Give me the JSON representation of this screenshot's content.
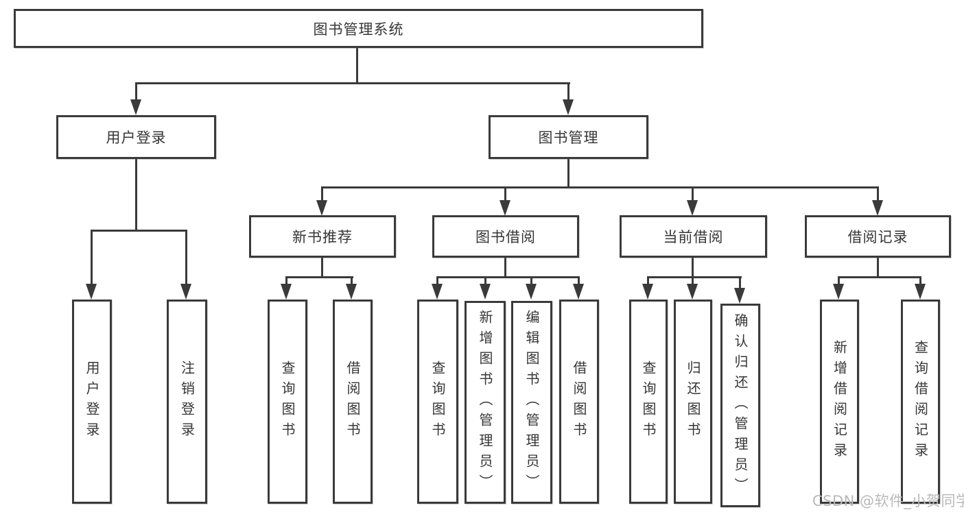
{
  "diagram": {
    "title": "图书管理系统",
    "root": {
      "label": "图书管理系统"
    },
    "level2": [
      {
        "label": "用户登录"
      },
      {
        "label": "图书管理"
      }
    ],
    "level3": [
      {
        "label": "新书推荐"
      },
      {
        "label": "图书借阅"
      },
      {
        "label": "当前借阅"
      },
      {
        "label": "借阅记录"
      }
    ],
    "leaves": {
      "user_login": [
        "用户登录",
        "注销登录"
      ],
      "new_books": [
        "查询图书",
        "借阅图书"
      ],
      "borrow": [
        "查询图书",
        "新增图书（管理员）",
        "编辑图书（管理员）",
        "借阅图书"
      ],
      "current": [
        "查询图书",
        "归还图书",
        "确认归还（管理员）"
      ],
      "records": [
        "新增借阅记录",
        "查询借阅记录"
      ]
    }
  },
  "watermark": {
    "text": "CSDN @软件_小贺同学"
  },
  "colors": {
    "line": "#3a3a3a",
    "text": "#363636",
    "background": "#ffffff",
    "watermark": "#b9b9b9"
  }
}
